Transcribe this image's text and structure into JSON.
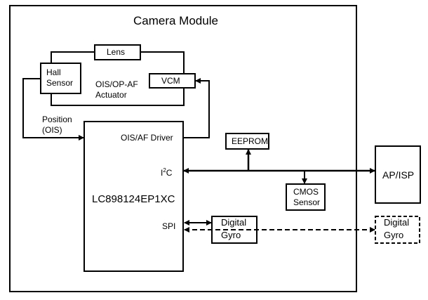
{
  "title": "Camera Module",
  "blocks": {
    "lens": "Lens",
    "hall_sensor": [
      "Hall",
      "Sensor"
    ],
    "vcm": "VCM",
    "actuator": [
      "OIS/OP-AF",
      "Actuator"
    ],
    "position": [
      "Position",
      "(OIS)"
    ],
    "driver_chip": "LC898124EP1XC",
    "driver_port": "OIS/AF Driver",
    "i2c_port": "I",
    "i2c_sup": "2",
    "i2c_suffix": "C",
    "spi_port": "SPI",
    "eeprom": "EEPROM",
    "cmos": [
      "CMOS",
      "Sensor"
    ],
    "ap_isp": "AP/ISP",
    "gyro_internal": [
      "Digital",
      "Gyro"
    ],
    "gyro_external": [
      "Digital",
      "Gyro"
    ]
  }
}
